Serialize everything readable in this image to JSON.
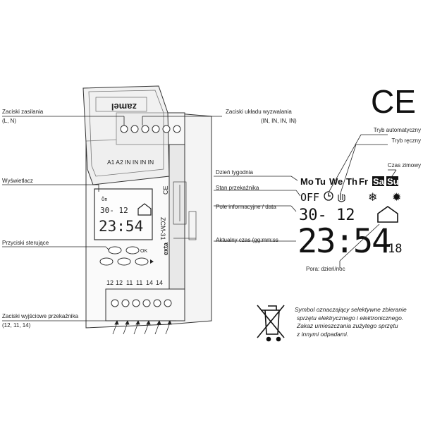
{
  "device": {
    "logo": "zamel",
    "model": "ZCM-31",
    "brand": "exta",
    "top_terminals": "A1 A2 IN IN IN IN",
    "bottom_terminals": [
      "12",
      "12",
      "11",
      "11",
      "14",
      "14"
    ],
    "ok_label": "OK",
    "lcd_small": {
      "status": "Ön",
      "date": "30- 12",
      "time": "23:54"
    }
  },
  "labels": {
    "supply_terminals": "Zaciski zasilania",
    "supply_terminals_sub": "(L, N)",
    "trigger_terminals": "Zaciski układu wyzwalania",
    "trigger_terminals_sub": "(IN, IN, IN, IN)",
    "display": "Wyświetlacz",
    "buttons": "Przyciski sterujące",
    "relay_outputs": "Zaciski wyjściowe przekaźnika",
    "relay_outputs_sub": "(12, 11, 14)",
    "auto_mode": "Tryb automatyczny",
    "manual_mode": "Tryb ręczny",
    "winter_time": "Czas zimowy",
    "weekday": "Dzień tygodnia",
    "relay_state": "Stan przekaźnika",
    "info_field": "Pole informacyjne / data",
    "current_time": "Aktualny czas (gg:mm:ss",
    "day_night": "Pora: dzień/noc"
  },
  "lcd_large": {
    "days": [
      "Mo",
      "Tu",
      "We",
      "Th",
      "Fr",
      "Sa",
      "Su"
    ],
    "relay": "OFF",
    "date": "30- 12",
    "time": "23:54",
    "seconds": "18"
  },
  "ce_mark": "CE",
  "weee_note": "Symbol oznaczający selektywne zbieranie sprzętu elektrycznego i elektronicznego. Zakaz umieszczania zużytego sprzętu z innymi odpadami.",
  "weee_lines": [
    "Symbol oznaczający selektywne zbieranie",
    "sprzętu elektrycznego i elektronicznego.",
    "Zakaz umieszczania zużytego sprzętu",
    "z innymi odpadami."
  ]
}
